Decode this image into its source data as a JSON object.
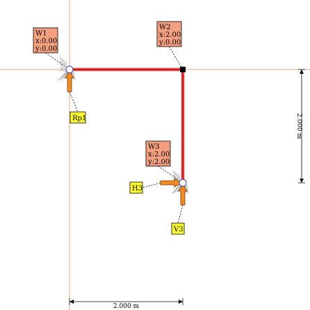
{
  "colors": {
    "axis": "#e0a878",
    "beam": "#cc1f1f",
    "beam_shadow": "#e88a8a",
    "node_label_fill": "#f4a080",
    "reaction_label_fill": "#ffff33",
    "arrow_fill": "#f08c28",
    "arrow_stroke": "#7a3a00",
    "dimension": "#000000",
    "support": "#888888"
  },
  "nodes": [
    {
      "name": "W1",
      "x": 0.0,
      "y": 0.0,
      "x_text": "x:0.00",
      "y_text": "y:0.00",
      "support": "pinned"
    },
    {
      "name": "W2",
      "x": 2.0,
      "y": 0.0,
      "x_text": "x:2.00",
      "y_text": "y:0.00",
      "support": "rigid-corner"
    },
    {
      "name": "W3",
      "x": 2.0,
      "y": 2.0,
      "x_text": "x:2.00",
      "y_text": "y:2.00",
      "support": "pinned"
    }
  ],
  "members": [
    {
      "from": "W1",
      "to": "W2"
    },
    {
      "from": "W2",
      "to": "W3"
    }
  ],
  "reactions": [
    {
      "label": "Rp1",
      "node": "W1",
      "direction": "up"
    },
    {
      "label": "H3",
      "node": "W3",
      "direction": "right"
    },
    {
      "label": "V3",
      "node": "W3",
      "direction": "up"
    }
  ],
  "dimensions": {
    "horizontal": "2.000 m",
    "vertical": "2.000 m"
  }
}
